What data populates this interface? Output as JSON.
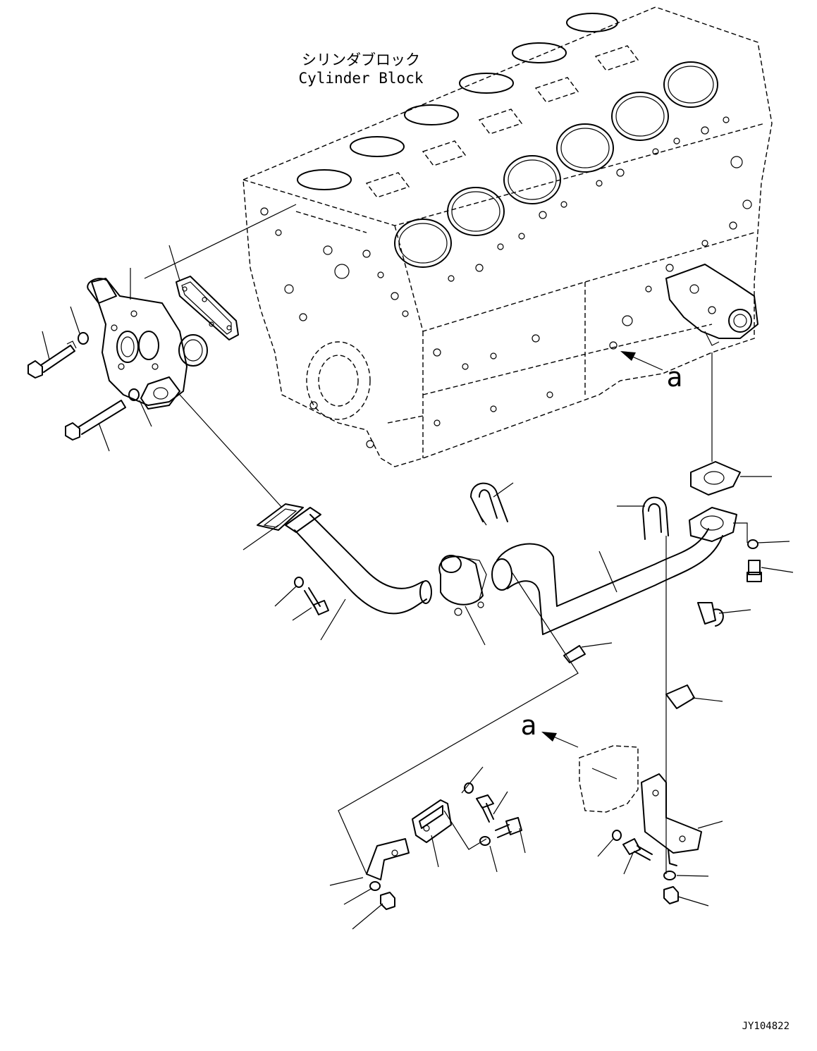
{
  "labels": {
    "block_jp": "シリンダブロック",
    "block_en": "Cylinder Block",
    "view_a_1": "a",
    "view_a_2": "a",
    "drawing_id": "JY104822"
  }
}
